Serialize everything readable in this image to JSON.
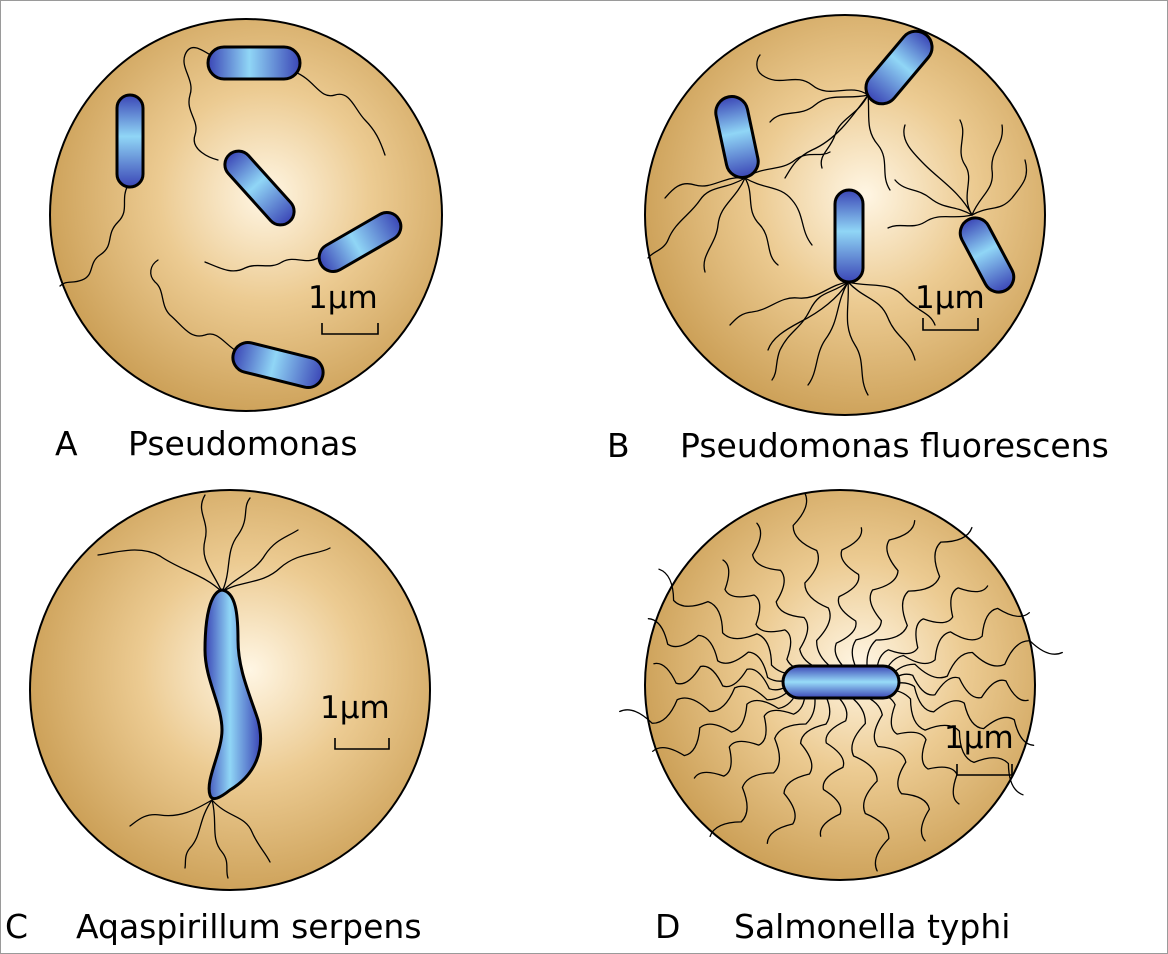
{
  "scale_label": "1µm",
  "colors": {
    "dish_center": "#fff6e4",
    "dish_mid": "#e9c78d",
    "dish_edge": "#c89a4f",
    "cell_light": "#90d6f6",
    "cell_dark": "#3b46b6",
    "outline": "#000000"
  },
  "panels": [
    {
      "letter": "A",
      "name": "Pseudomonas"
    },
    {
      "letter": "B",
      "name": "Pseudomonas fluorescens"
    },
    {
      "letter": "C",
      "name": "Aqaspirillum serpens"
    },
    {
      "letter": "D",
      "name": "Salmonella typhi"
    }
  ]
}
